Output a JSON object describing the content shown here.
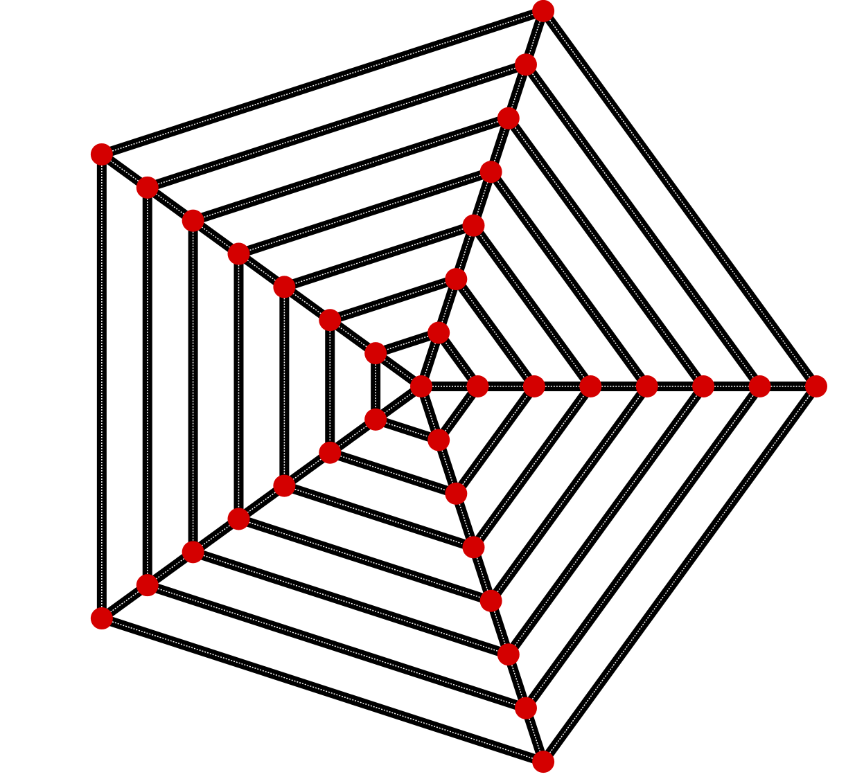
{
  "diagram": {
    "shape": "nested pentagons (spider web)",
    "ring_count": 7,
    "spoke_count": 5,
    "has_center_vertex": true,
    "colors": {
      "background": "#ffffff",
      "edge": "#000000",
      "edge_highlight": "#ffffff",
      "node": "#d40000"
    }
  }
}
